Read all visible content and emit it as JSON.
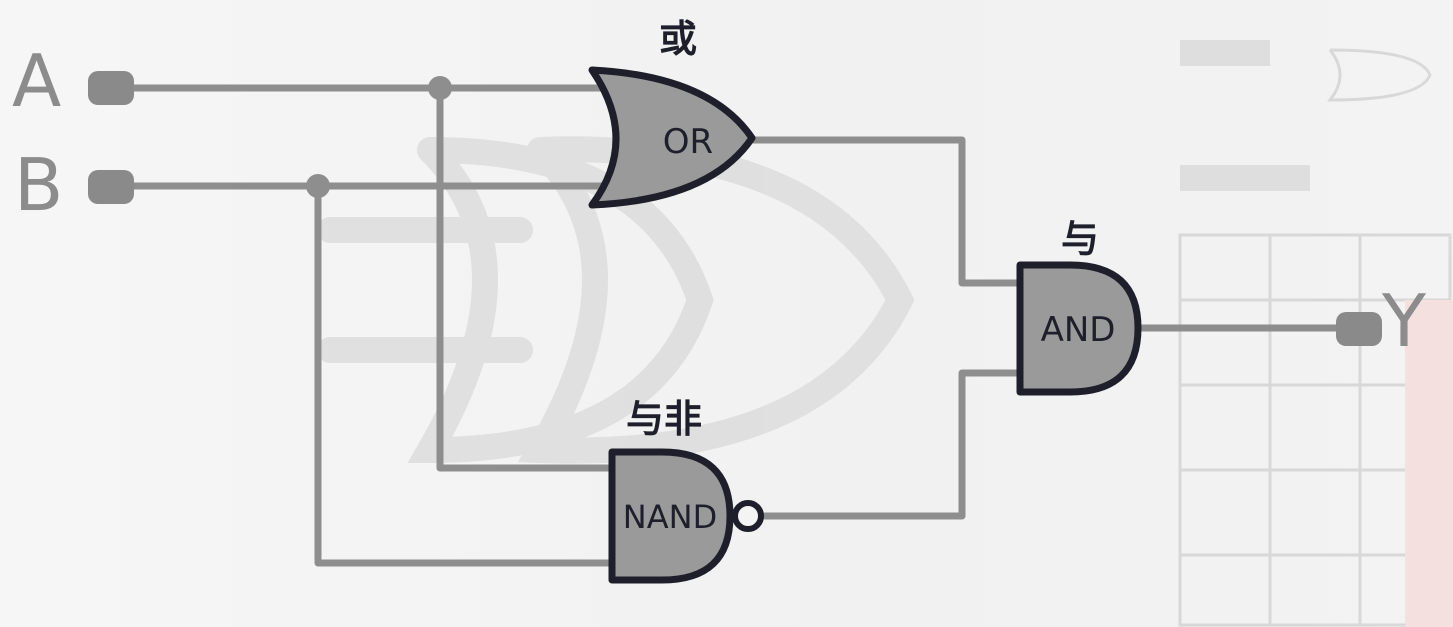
{
  "inputs": {
    "a": "A",
    "b": "B"
  },
  "output": {
    "y": "Y"
  },
  "gates": {
    "or": {
      "type": "OR",
      "cn": "或"
    },
    "nand": {
      "type": "NAND",
      "cn": "与非"
    },
    "and": {
      "type": "AND",
      "cn": "与"
    }
  },
  "colors": {
    "wire": "#8e8e8e",
    "gate_fill": "#9a9a9a",
    "outline": "#1e1f2b",
    "background": "#f4f4f4"
  }
}
